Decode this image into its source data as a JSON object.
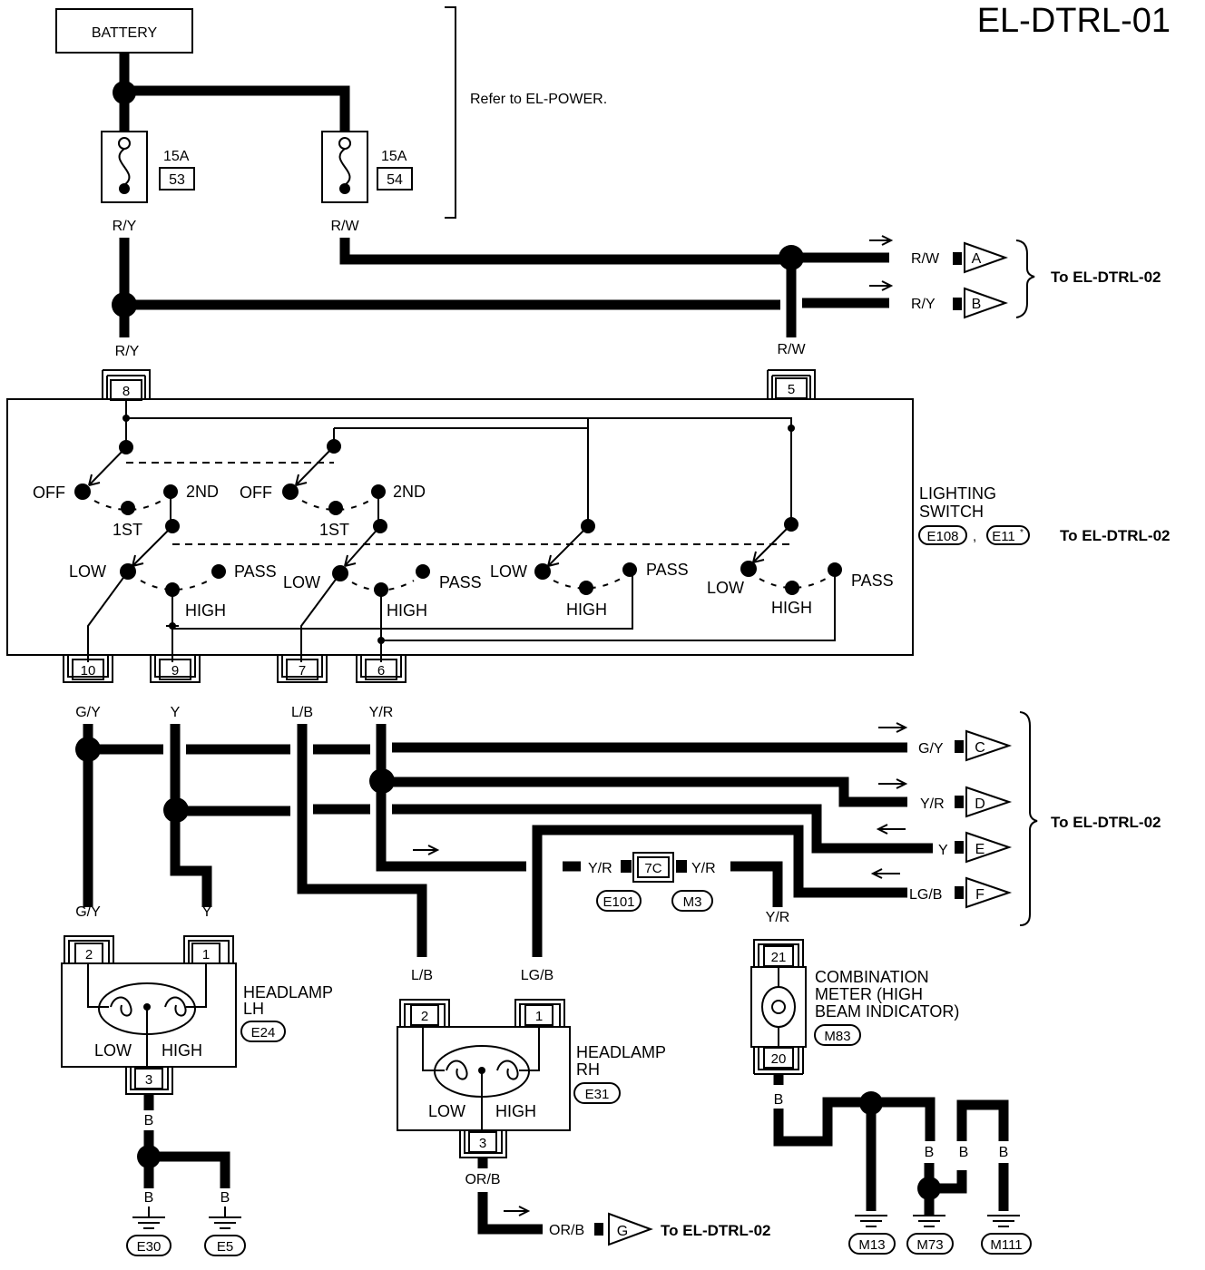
{
  "title": "EL-DTRL-01",
  "battery": "BATTERY",
  "refer": "Refer to EL-POWER.",
  "fuses": [
    {
      "amps": "15A",
      "num": "53"
    },
    {
      "amps": "15A",
      "num": "54"
    }
  ],
  "wires": {
    "ry": "R/Y",
    "rw": "R/W",
    "gy": "G/Y",
    "y": "Y",
    "lb": "L/B",
    "yr": "Y/R",
    "lgb": "LG/B",
    "orb": "OR/B",
    "b": "B"
  },
  "connectors_right": [
    "A",
    "B",
    "C",
    "D",
    "E",
    "F",
    "G"
  ],
  "to_dtrl02": "To EL-DTRL-02",
  "switch": {
    "name_1": "LIGHTING",
    "name_2": "SWITCH",
    "conn_1": "E108",
    "conn_2": "E11",
    "conn_2_sup": "*",
    "pins_top": [
      "8",
      "5"
    ],
    "pins_bottom": [
      "10",
      "9",
      "7",
      "6"
    ],
    "off": "OFF",
    "first": "1ST",
    "second": "2ND",
    "low": "LOW",
    "high": "HIGH",
    "pass": "PASS"
  },
  "inline_conn": {
    "pin": "7C",
    "c1": "E101",
    "c2": "M3"
  },
  "headlamp_lh": {
    "name_1": "HEADLAMP",
    "name_2": "LH",
    "conn": "E24",
    "pins": [
      "2",
      "1",
      "3"
    ],
    "low": "LOW",
    "high": "HIGH"
  },
  "headlamp_rh": {
    "name_1": "HEADLAMP",
    "name_2": "RH",
    "conn": "E31",
    "pins": [
      "2",
      "1",
      "3"
    ],
    "low": "LOW",
    "high": "HIGH"
  },
  "meter": {
    "name_1": "COMBINATION",
    "name_2": "METER (HIGH",
    "name_3": "BEAM INDICATOR)",
    "conn": "M83",
    "pins": [
      "21",
      "20"
    ]
  },
  "grounds": [
    "E30",
    "E5",
    "M13",
    "M73",
    "M111"
  ]
}
